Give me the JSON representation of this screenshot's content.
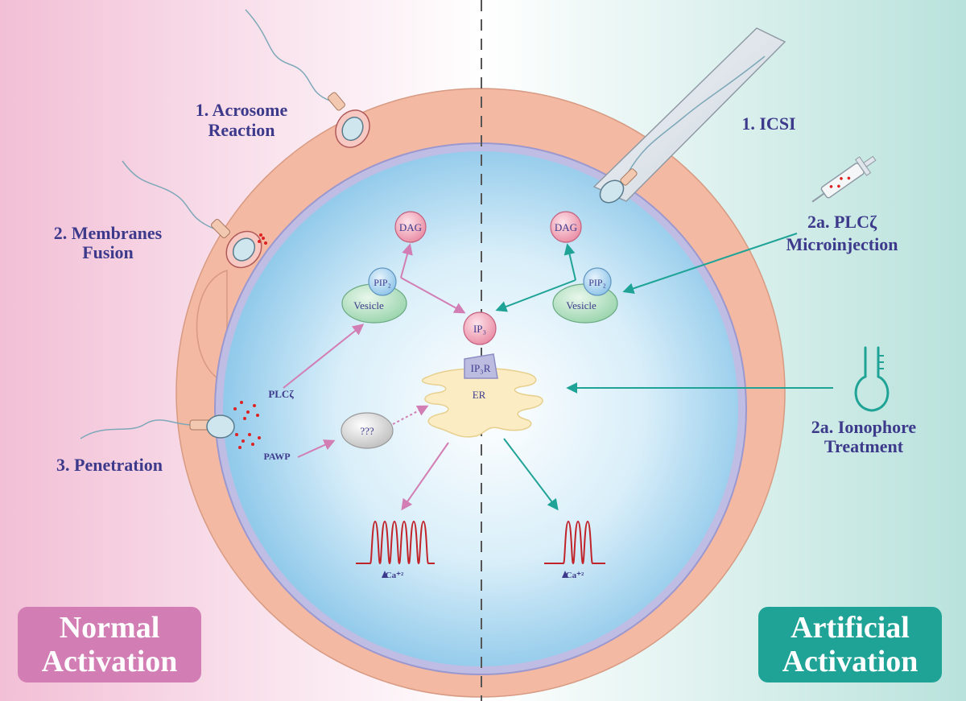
{
  "labels": {
    "acrosome_line1": "1. Acrosome",
    "acrosome_line2": "Reaction",
    "fusion_line1": "2. Membranes",
    "fusion_line2": "Fusion",
    "penetration": "3. Penetration",
    "icsi": "1. ICSI",
    "plcz_micro_line1": "2a. PLCζ",
    "plcz_micro_line2": "Microinjection",
    "ionophore_line1": "2a. Ionophore",
    "ionophore_line2": "Treatment"
  },
  "nodes": {
    "dag_left": "DAG",
    "dag_right": "DAG",
    "pip2_left": "PIP₂",
    "pip2_right": "PIP₂",
    "vesicle_left": "Vesicle",
    "vesicle_right": "Vesicle",
    "ip3": "IP₃",
    "ip3r": "IP₃R",
    "er": "ER",
    "unknown": "???",
    "plcz": "PLCζ",
    "pawp": "PAWP",
    "ca_left": "Ca⁺²",
    "ca_right": "Ca⁺²"
  },
  "badges": {
    "normal_line1": "Normal",
    "normal_line2": "Activation",
    "artificial_line1": "Artificial",
    "artificial_line2": "Activation"
  },
  "colors": {
    "normal_accent": "#d27db3",
    "artificial_accent": "#1fa396",
    "label_text": "#3d3a8c",
    "zona": "#f4b9a2",
    "cytoplasm": "#a9d6f0"
  }
}
